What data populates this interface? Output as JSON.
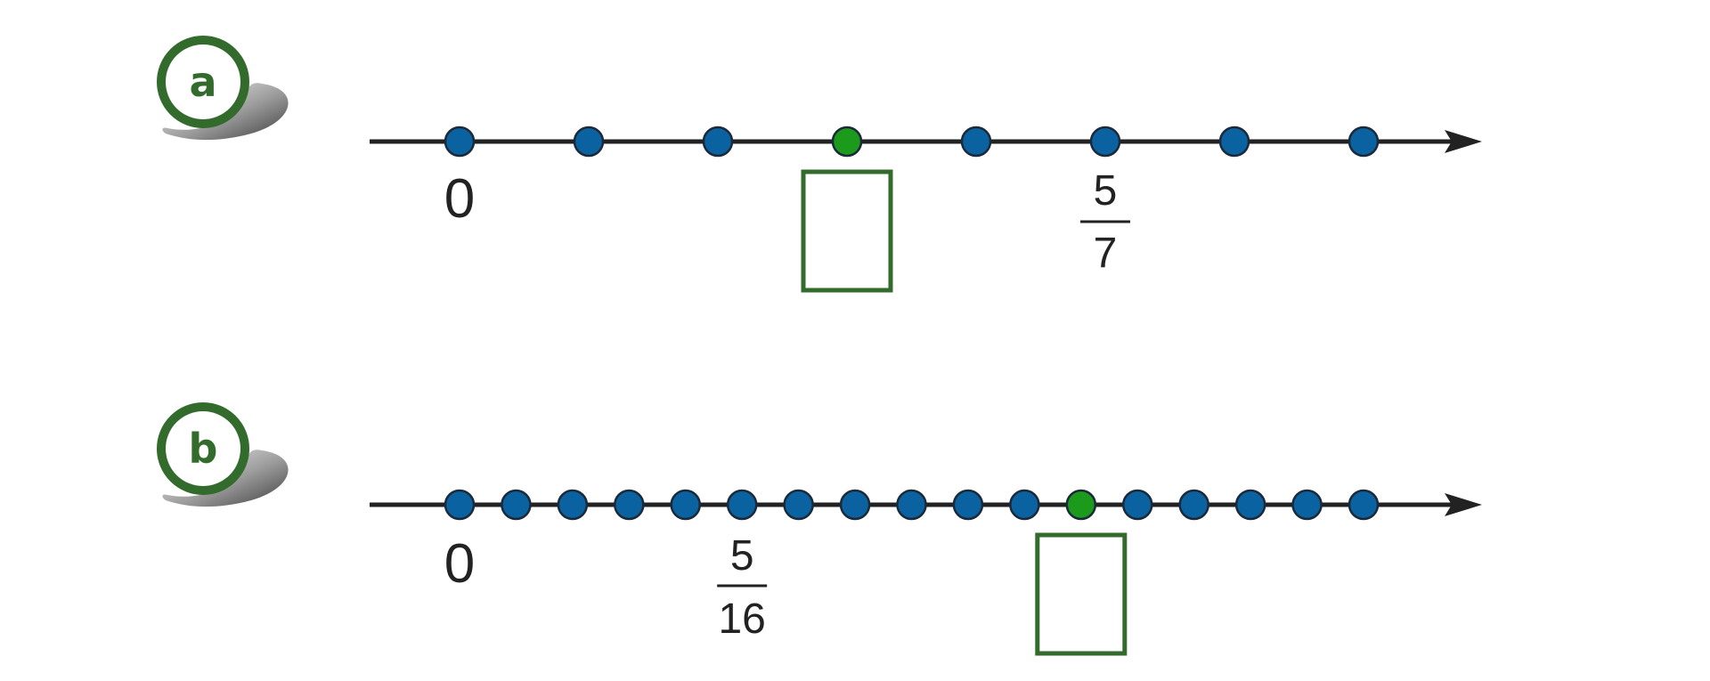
{
  "colors": {
    "axis": "#222222",
    "point": "#0b62a0",
    "point_stroke": "#1b2a3a",
    "highlight": "#1c9a1c",
    "badge": "#336b2d",
    "answer_box": "#336b2d",
    "text": "#222222"
  },
  "problems": [
    {
      "badge": "a",
      "division_count": 7,
      "point_count": 8,
      "highlight_index": 3,
      "zero_label": "0",
      "known_label": {
        "index": 5,
        "numerator": "5",
        "denominator": "7"
      },
      "answer_box": {
        "empty": true
      }
    },
    {
      "badge": "b",
      "division_count": 16,
      "point_count": 17,
      "highlight_index": 11,
      "zero_label": "0",
      "known_label": {
        "index": 5,
        "numerator": "5",
        "denominator": "16"
      },
      "answer_box": {
        "empty": true
      }
    }
  ]
}
